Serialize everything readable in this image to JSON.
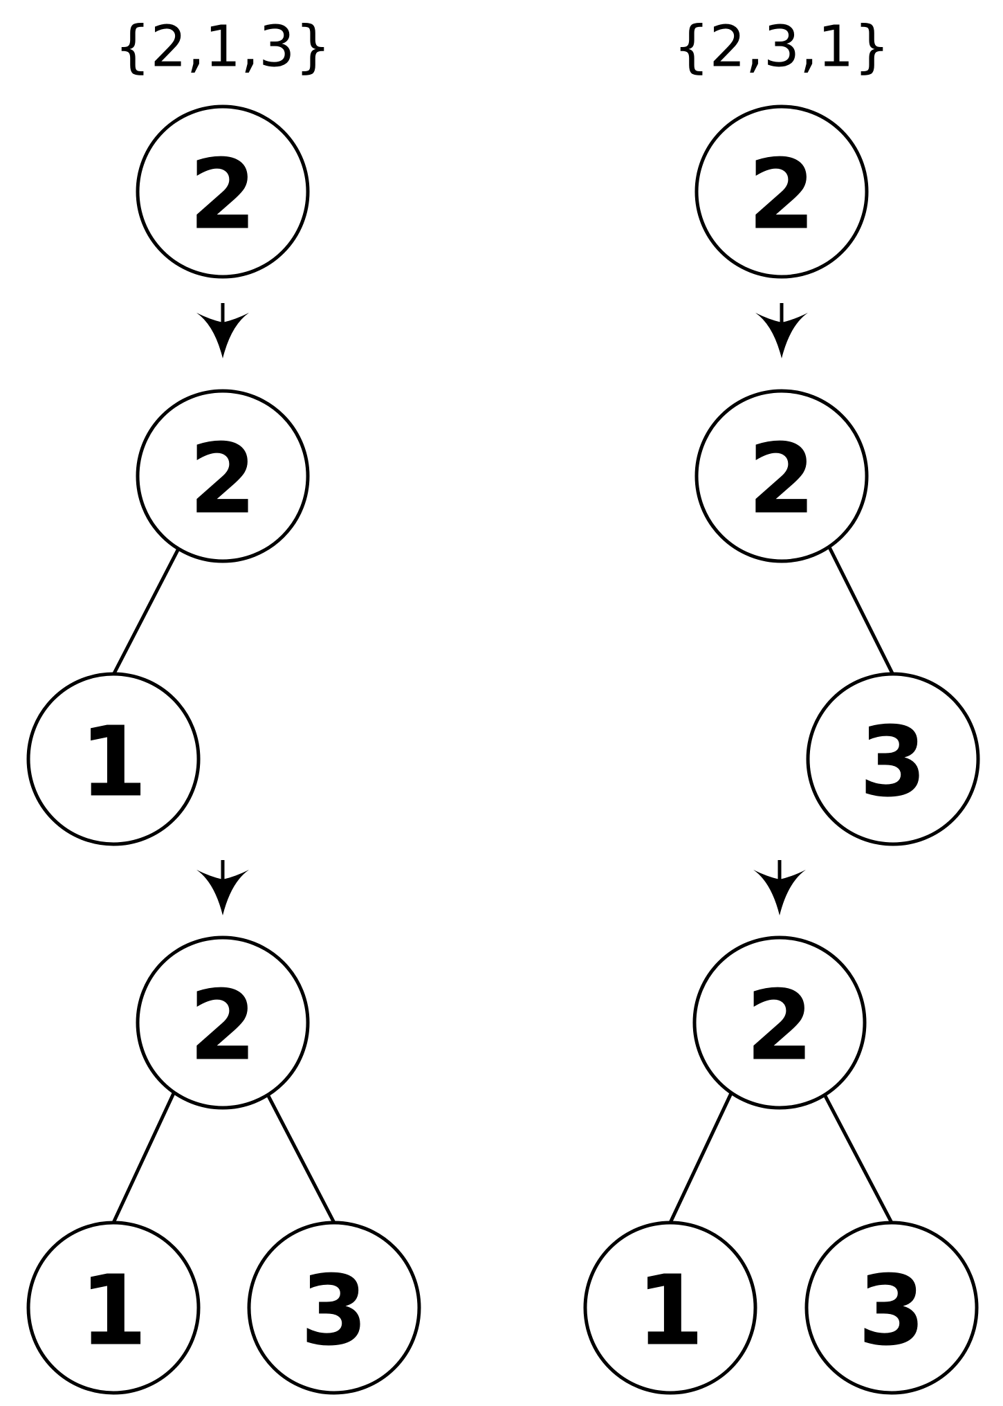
{
  "left_panel": {
    "sequence": "{2,1,3}",
    "step1": {
      "root": "2"
    },
    "step2": {
      "root": "2",
      "left": "1"
    },
    "step3": {
      "root": "2",
      "left": "1",
      "right": "3"
    }
  },
  "right_panel": {
    "sequence": "{2,3,1}",
    "step1": {
      "root": "2"
    },
    "step2": {
      "root": "2",
      "right": "3"
    },
    "step3": {
      "root": "2",
      "left": "1",
      "right": "3"
    }
  }
}
